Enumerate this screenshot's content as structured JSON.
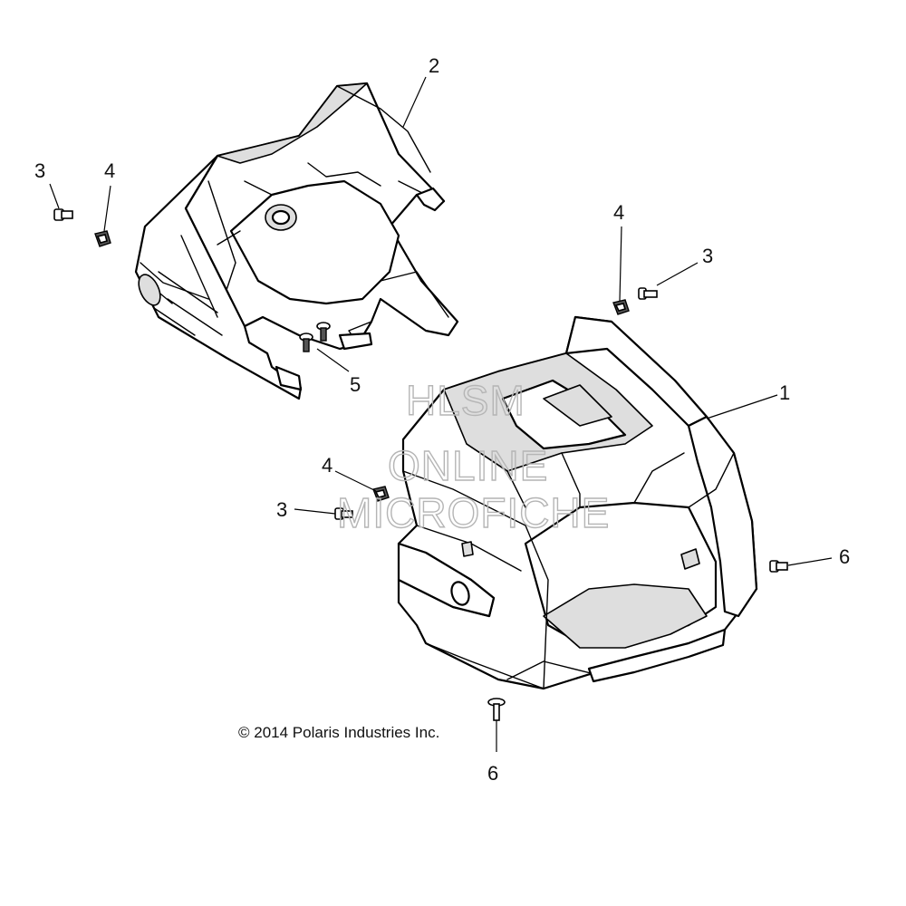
{
  "callouts": {
    "part1": "1",
    "part2": "2",
    "bolt_top_left": "3",
    "clip_top_left": "4",
    "clip_right": "4",
    "bolt_right": "3",
    "screw_pair": "5",
    "clip_middle": "4",
    "bolt_middle": "3",
    "screw_right": "6",
    "screw_bottom": "6"
  },
  "copyright": "© 2014 Polaris Industries Inc.",
  "watermark": {
    "line1": "HLSM",
    "line2": "ONLINE",
    "line3": "MICROFICHE"
  }
}
